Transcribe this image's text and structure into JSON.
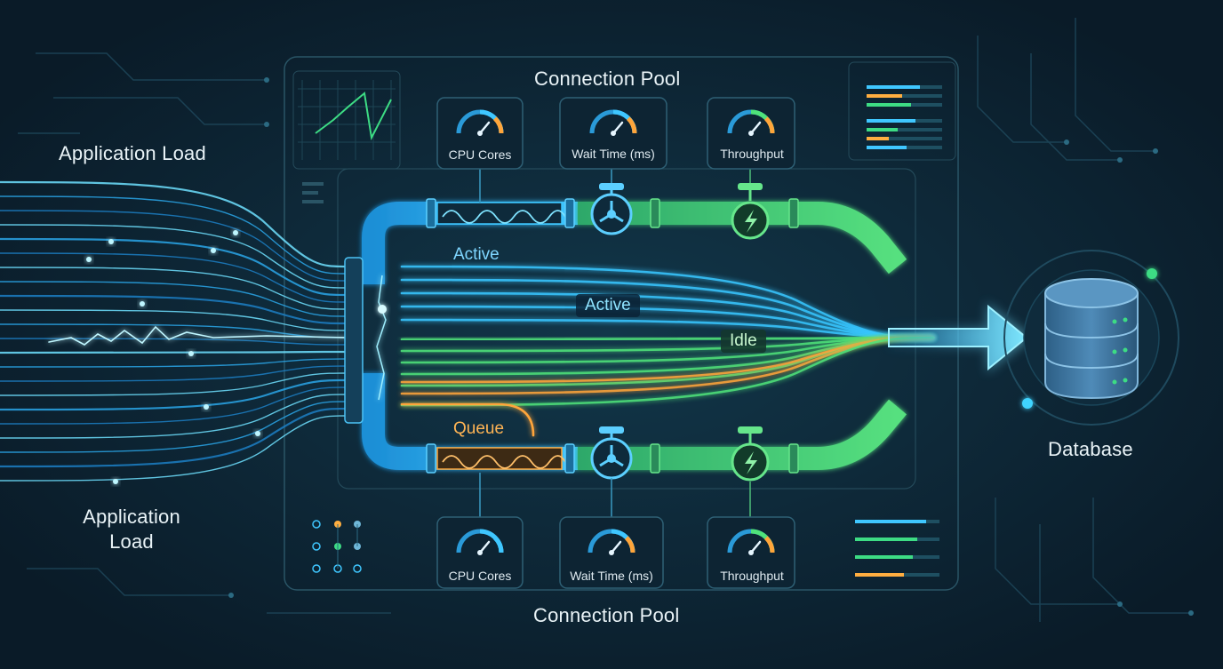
{
  "labels": {
    "app_load_top": "Application Load",
    "app_load_bottom": "Application\nLoad",
    "pool_top": "Connection Pool",
    "pool_bottom": "Connection Pool",
    "database": "Database",
    "active_upper": "Active",
    "active_mid": "Active",
    "idle": "Idle",
    "queue": "Queue"
  },
  "gauges_top": [
    {
      "label": "CPU Cores",
      "icon": "gauge-icon"
    },
    {
      "label": "Wait Time (ms)",
      "icon": "gauge-icon"
    },
    {
      "label": "Throughput",
      "icon": "gauge-icon"
    }
  ],
  "gauges_bottom": [
    {
      "label": "CPU Cores",
      "icon": "gauge-icon"
    },
    {
      "label": "Wait Time (ms)",
      "icon": "gauge-icon"
    },
    {
      "label": "Throughput",
      "icon": "gauge-icon"
    }
  ],
  "colors": {
    "background": "#0b1e2c",
    "blue": "#38c6ff",
    "green": "#4fe27a",
    "orange": "#ffa53a",
    "text": "#e9f3f7"
  }
}
